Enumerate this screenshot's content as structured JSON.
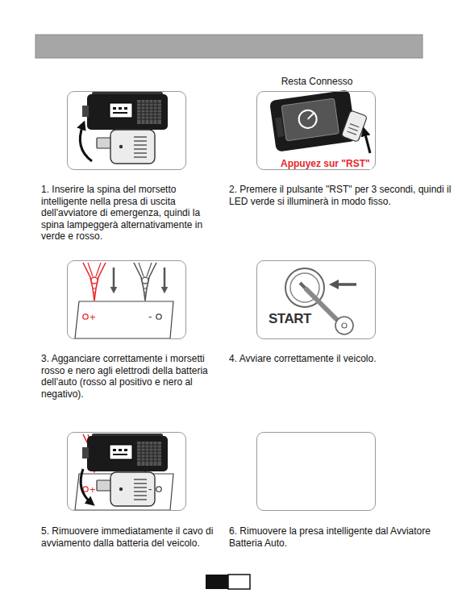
{
  "diagram": {
    "nodes": [
      {
        "text": [
          "1. Inserire la spina del morsetto intelligente nella presa di uscita dell'avviatore di emergenza, quindi la spina lampeggerà alternativamente in verde e rosso."
        ]
      },
      {
        "text": [
          "Resta Connesso",
          "Appuyez sur \"RST\"",
          "2. Premere il pulsante \"RST\" per 3 secondi, quindi il LED verde si illuminerà in modo fisso."
        ]
      },
      {
        "text": [
          "+",
          "-",
          "3. Agganciare correttamente i morsetti rosso e nero agli elettrodi della batteria dell'auto (rosso al positivo e nero al negativo)."
        ]
      },
      {
        "text": [
          "START",
          "4. Avviare correttamente il veicolo."
        ]
      },
      {
        "text": [
          "+",
          "-",
          "5. Rimuovere immediatamente il cavo di avviamento dalla batteria del veicolo."
        ]
      },
      {
        "text": [
          "6. Rimuovere la presa intelligente dal Avviatore Batteria Auto."
        ]
      }
    ]
  }
}
